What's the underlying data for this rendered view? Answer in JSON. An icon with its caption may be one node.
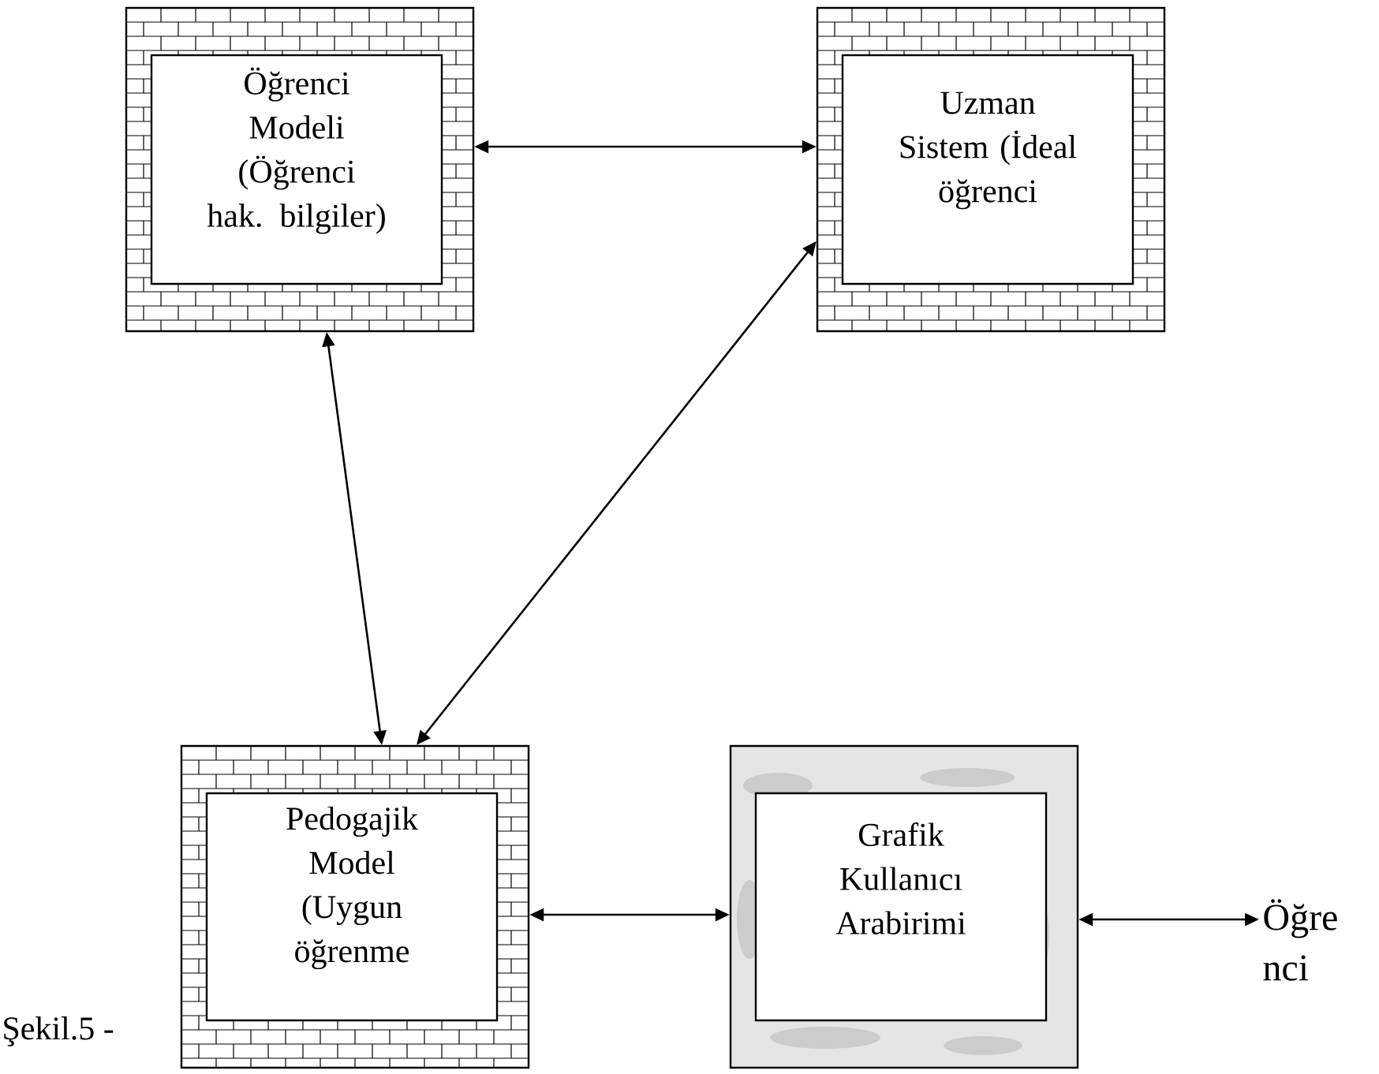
{
  "diagram": {
    "nodes": [
      {
        "text": [
          "Öğrenci Modeli (Öğrenci hak. bilgiler)"
        ]
      },
      {
        "text": [
          "Uzman Sistem (İdeal öğrenci"
        ]
      },
      {
        "text": [
          "Pedogajik Model (Uygun öğrenme"
        ]
      },
      {
        "text": [
          "Grafik Kullanıcı Arabirimi"
        ]
      },
      {
        "text": [
          "Öğre nci"
        ]
      }
    ],
    "edges": [
      {
        "from": 0,
        "to": 1,
        "arrow": "both"
      },
      {
        "from": 0,
        "to": 2,
        "arrow": "both"
      },
      {
        "from": 1,
        "to": 2,
        "arrow": "both"
      },
      {
        "from": 2,
        "to": 3,
        "arrow": "both"
      },
      {
        "from": 3,
        "to": 4,
        "arrow": "both"
      }
    ],
    "labels": [
      "Şekil.5 -"
    ]
  }
}
